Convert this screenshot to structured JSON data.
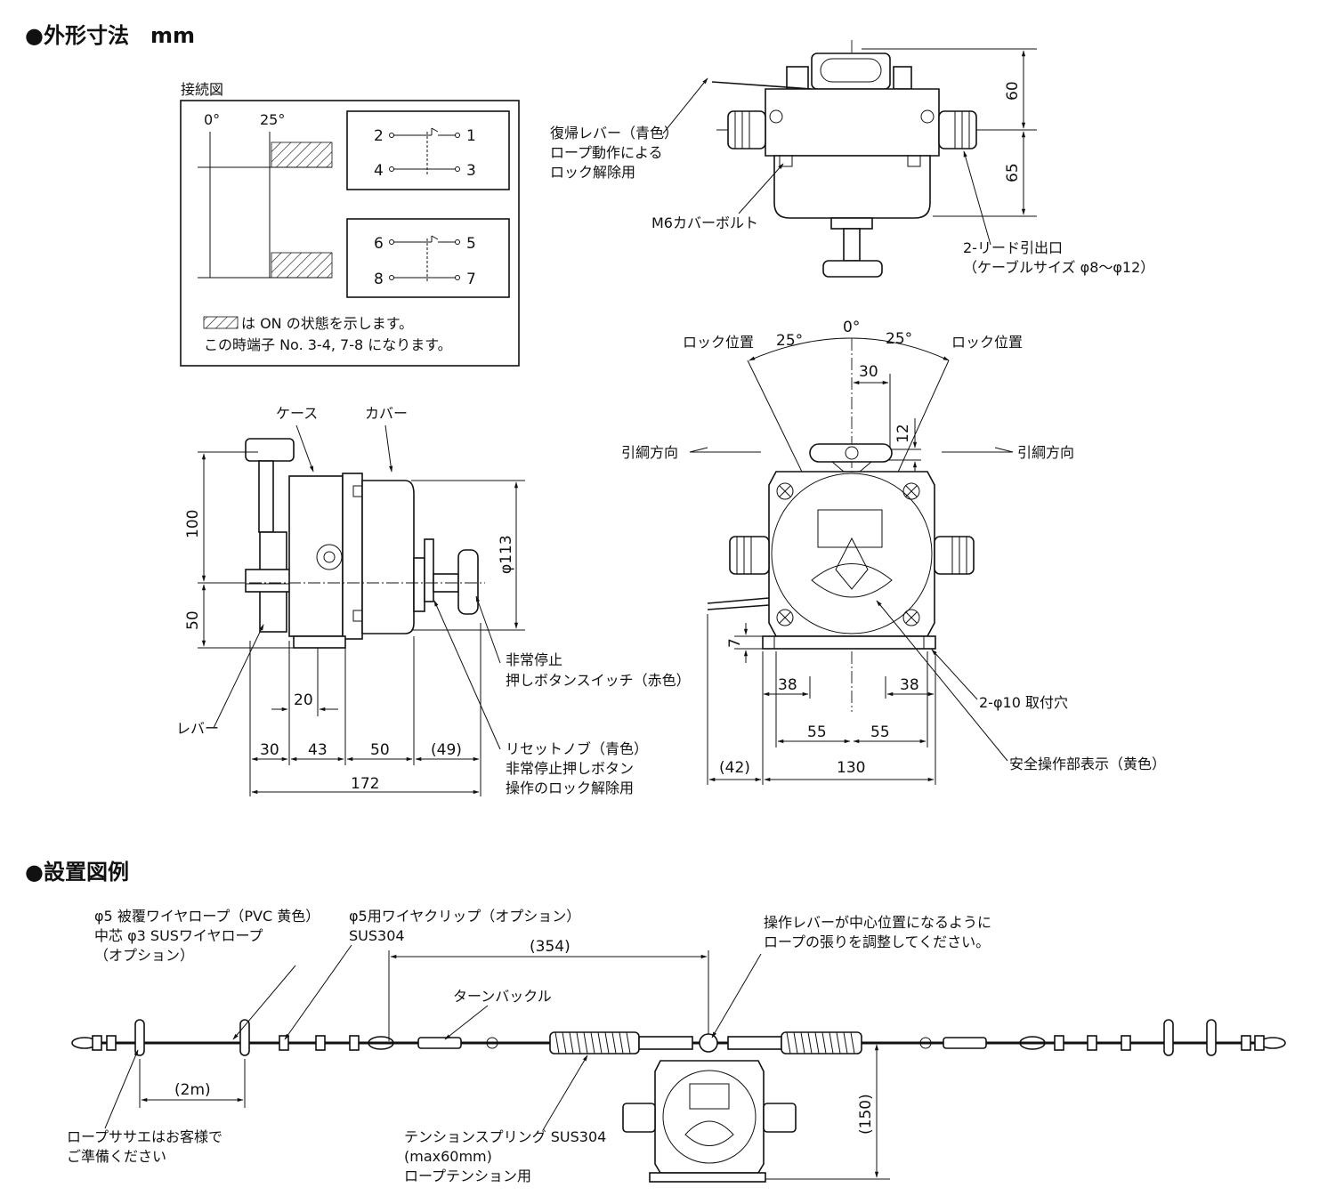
{
  "section1": {
    "title": "●外形寸法　mm"
  },
  "wiring": {
    "title": "接続図",
    "angle_0": "0°",
    "angle_25": "25°",
    "contacts_a": {
      "t2": "2",
      "t1": "1",
      "t4": "4",
      "t3": "3"
    },
    "contacts_b": {
      "t6": "6",
      "t5": "5",
      "t8": "8",
      "t7": "7"
    },
    "note_line1": "は ON の状態を示します。",
    "note_line2": "この時端子 No. 3-4, 7-8 になります。"
  },
  "top_view": {
    "return_lever_1": "復帰レバー（青色）",
    "return_lever_2": "ロープ動作による",
    "return_lever_3": "ロック解除用",
    "cover_bolt": "M6カバーボルト",
    "lead_1": "2-リード引出口",
    "lead_2": "（ケーブルサイズ φ8～φ12）",
    "dim_60": "60",
    "dim_65": "65"
  },
  "front_view": {
    "lock_pos_left": "ロック位置",
    "lock_pos_right": "ロック位置",
    "ang_left": "25°",
    "ang_center": "0°",
    "ang_right": "25°",
    "dim_30": "30",
    "dim_12": "12",
    "pull_dir_left": "引綱方向",
    "pull_dir_right": "引綱方向",
    "dim_7": "7",
    "dim_38_left": "38",
    "dim_38_right": "38",
    "dim_55_left": "55",
    "dim_55_right": "55",
    "dim_42": "(42)",
    "dim_130": "130",
    "mount_holes": "2-φ10 取付穴",
    "safety_label": "安全操作部表示（黄色）"
  },
  "side_view": {
    "case_label": "ケース",
    "cover_label": "カバー",
    "dim_100": "100",
    "dim_50": "50",
    "dim_phi113": "φ113",
    "estop_1": "非常停止",
    "estop_2": "押しボタンスイッチ（赤色）",
    "lever_label": "レバー",
    "dim_20": "20",
    "dim_30": "30",
    "dim_43": "43",
    "dim_50b": "50",
    "dim_49": "(49)",
    "dim_172": "172",
    "reset_1": "リセットノブ（青色）",
    "reset_2": "非常停止押しボタン",
    "reset_3": "操作のロック解除用"
  },
  "section2": {
    "title": "●設置図例"
  },
  "install": {
    "rope_1": "φ5 被覆ワイヤロープ（PVC 黄色）",
    "rope_2": "中芯 φ3 SUSワイヤロープ",
    "rope_3": "（オプション）",
    "clip_1": "φ5用ワイヤクリップ（オプション）",
    "clip_2": "SUS304",
    "dim_354": "(354)",
    "adjust_1": "操作レバーが中心位置になるように",
    "adjust_2": "ロープの張りを調整してください。",
    "turnbuckle": "ターンバックル",
    "dim_2m": "(2m)",
    "support_1": "ロープササエはお客様で",
    "support_2": "ご準備ください",
    "spring_1": "テンションスプリング SUS304",
    "spring_2": "(max60mm)",
    "spring_3": "ロープテンション用",
    "dim_150": "(150)"
  }
}
